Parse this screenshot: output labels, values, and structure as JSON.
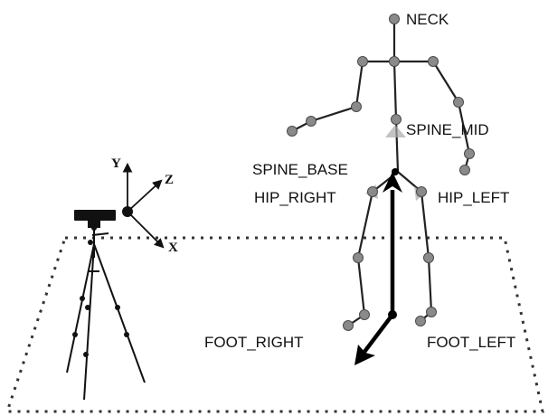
{
  "camera_axes": {
    "x": "X",
    "y": "Y",
    "z": "Z"
  },
  "joints": {
    "neck": "NECK",
    "spine_mid": "SPINE_MID",
    "spine_base": "SPINE_BASE",
    "hip_right": "HIP_RIGHT",
    "hip_left": "HIP_LEFT",
    "foot_right": "FOOT_RIGHT",
    "foot_left": "FOOT_LEFT"
  },
  "colors": {
    "joint_fill": "#8a8a8a",
    "bone": "#222222",
    "highlight": "#aaaaaa"
  }
}
